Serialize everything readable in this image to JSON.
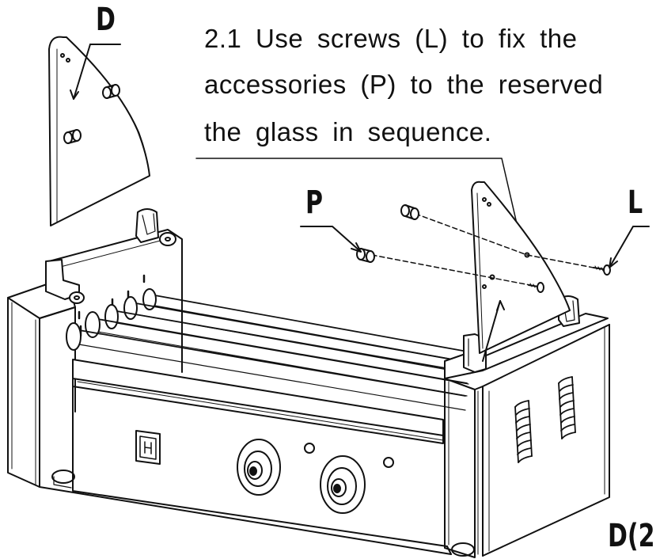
{
  "instruction": {
    "line1": "2.1 Use screws (L) to fix the",
    "line2": "accessories (P) to the reserved",
    "line3": "the glass in sequence."
  },
  "labels": {
    "d_top": "D",
    "p": "P",
    "l": "L",
    "d_bottom": "D(2"
  },
  "colors": {
    "ink": "#111111",
    "paper": "#ffffff"
  }
}
